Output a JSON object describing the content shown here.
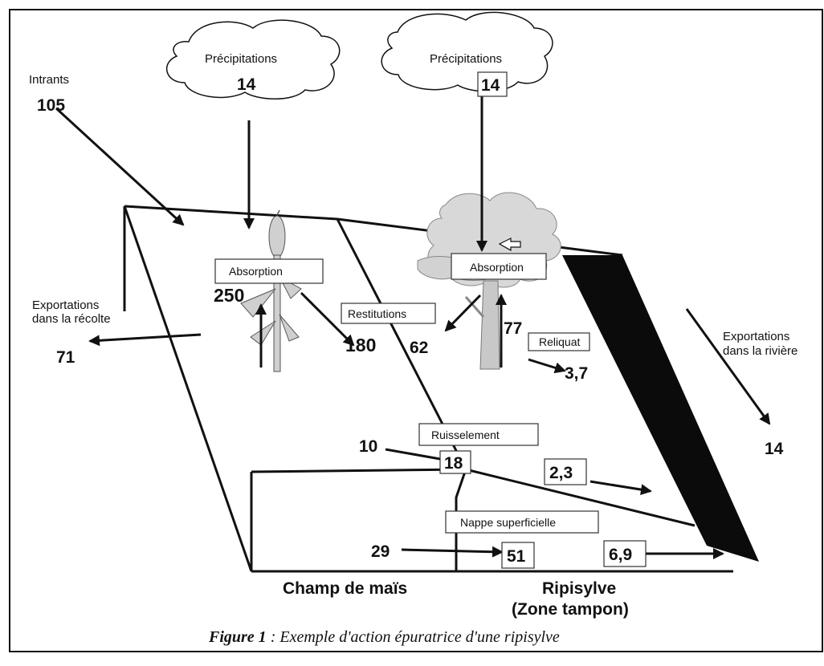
{
  "figure": {
    "caption_prefix": "Figure 1",
    "caption_text": " : Exemple d'action épuratrice d'une ripisylve"
  },
  "flows": {
    "intrants_label": "Intrants",
    "intrants_value": "105",
    "precip_left_label": "Précipitations",
    "precip_left_value": "14",
    "precip_right_label": "Précipitations",
    "precip_right_value": "14",
    "absorption_maize_label": "Absorption",
    "absorption_maize_value": "250",
    "absorption_tree_label": "Absorption",
    "restitutions_label": "Restitutions",
    "restitutions_maize_value": "180",
    "restitutions_tree_value": "62",
    "tree_uptake_value": "77",
    "reliquat_label": "Reliquat",
    "reliquat_value": "3,7",
    "export_harvest_label_1": "Exportations",
    "export_harvest_label_2": "dans la récolte",
    "export_harvest_value": "71",
    "export_river_label_1": "Exportations",
    "export_river_label_2": "dans la rivière",
    "export_river_value": "14",
    "ruissellement_label": "Ruisselement",
    "ruissellement_in": "10",
    "ruissellement_out": "18",
    "runoff_exit_value": "2,3",
    "nappe_label": "Nappe superficielle",
    "nappe_in": "29",
    "nappe_out": "51",
    "nappe_exit_value": "6,9"
  },
  "zones": {
    "field_label": "Champ de maïs",
    "buffer_label_1": "Ripisylve",
    "buffer_label_2": "(Zone tampon)"
  }
}
